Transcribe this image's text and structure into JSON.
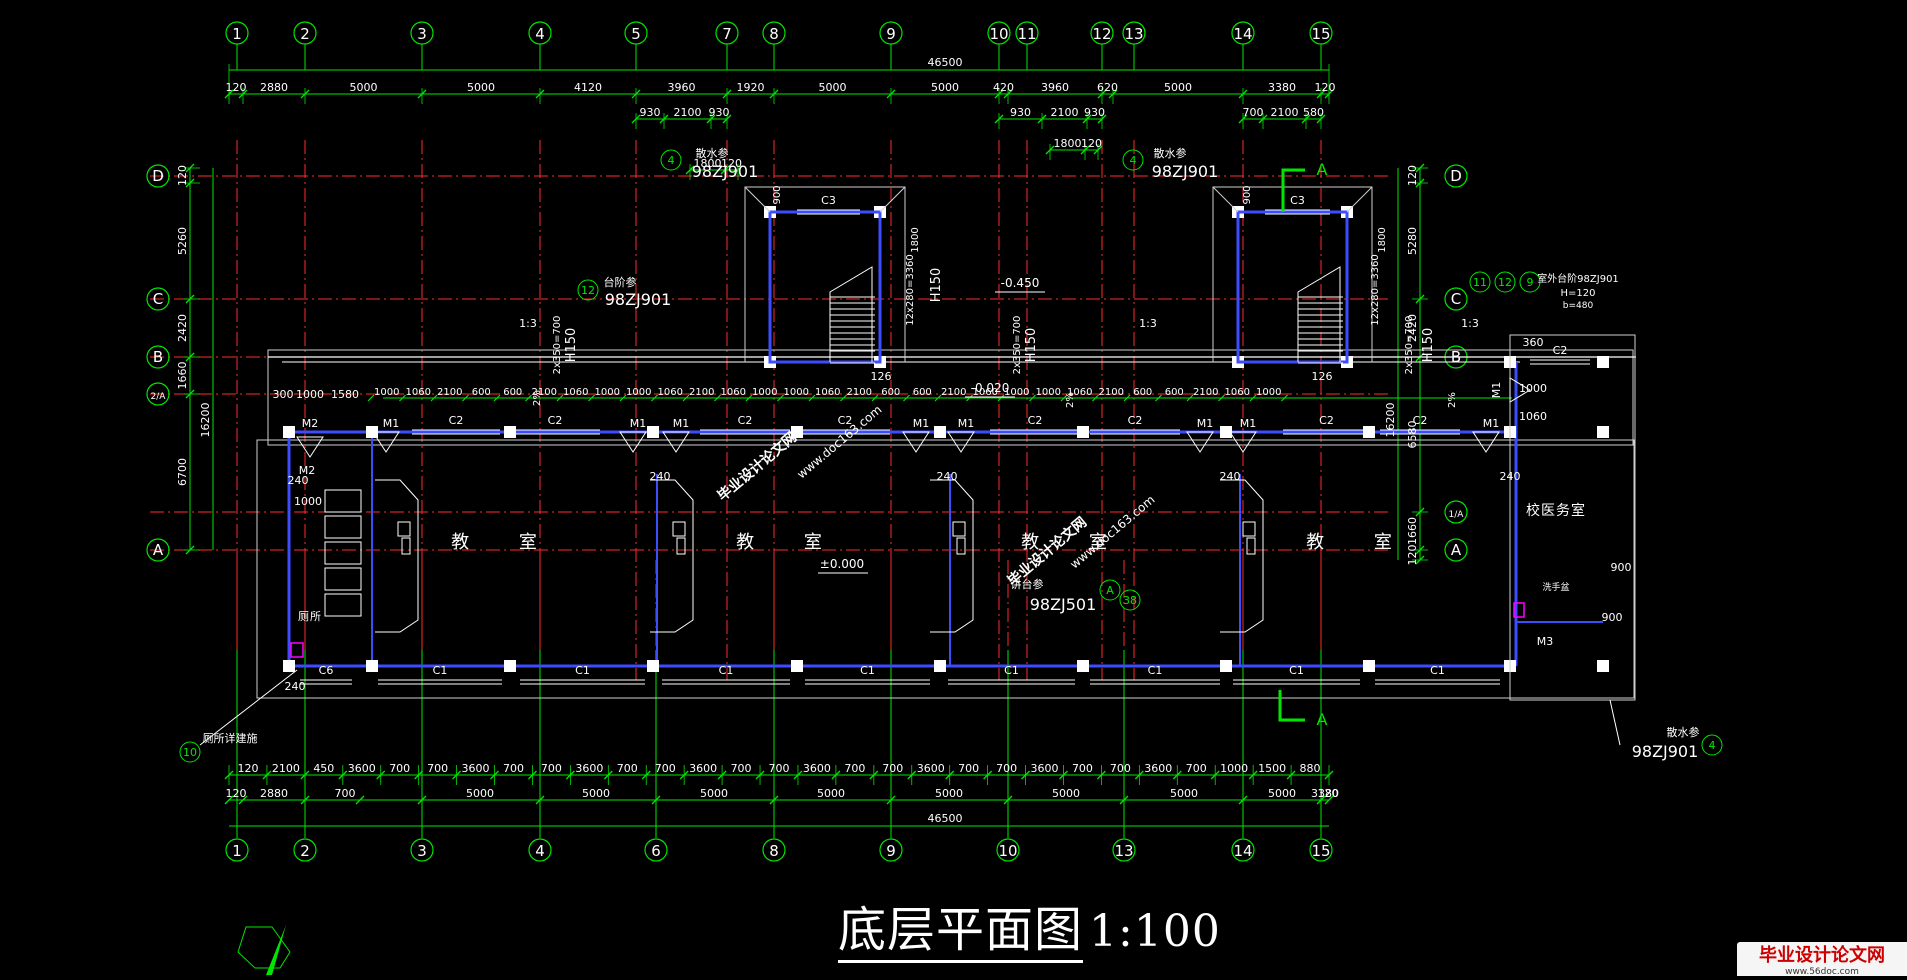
{
  "drawing": {
    "title": "底层平面图",
    "scale": "1:100",
    "colors": {
      "background": "#000000",
      "axis": "#ff2a2a",
      "dimension": "#00e600",
      "wall": "#ffffff",
      "window": "#3b4dff",
      "text": "#ffffff",
      "magenta": "#ff00ff"
    }
  },
  "grid_top": [
    "1",
    "2",
    "3",
    "4",
    "5",
    "7",
    "8",
    "9",
    "10",
    "11",
    "12",
    "13",
    "14",
    "15"
  ],
  "grid_bottom": [
    "1",
    "2",
    "3",
    "4",
    "6",
    "8",
    "9",
    "10",
    "13",
    "14",
    "15"
  ],
  "grid_left": [
    "D",
    "C",
    "B",
    "2/A",
    "A"
  ],
  "grid_right": [
    "D",
    "C",
    "B",
    "1/A",
    "A"
  ],
  "dims": {
    "total_top": "46500",
    "top_row": [
      "120",
      "2880",
      "5000",
      "5000",
      "4120",
      "3960",
      "1920",
      "5000",
      "5000",
      "420",
      "3960",
      "620",
      "5000",
      "3380",
      "120"
    ],
    "stair_top_left": [
      "930",
      "2100",
      "930"
    ],
    "stair_top_right": [
      "930",
      "2100",
      "930"
    ],
    "right_top": [
      "700",
      "2100",
      "580"
    ],
    "stair_inner_left": [
      "1800",
      "120"
    ],
    "stair_inner_right": [
      "1800",
      "120"
    ],
    "left_vertical": [
      "120",
      "5260",
      "2420",
      "1660",
      "6700"
    ],
    "left_total": "16200",
    "right_vertical": [
      "120",
      "5280",
      "2420",
      "6580",
      "1660",
      "120"
    ],
    "right_total": "16200",
    "corridor_row": [
      "1000",
      "1060",
      "2100",
      "600",
      "600",
      "2100",
      "1060",
      "1000",
      "1000",
      "1060",
      "2100",
      "1060",
      "1000",
      "1000",
      "1060",
      "2100",
      "600",
      "600",
      "2100",
      "1060",
      "1000",
      "1000",
      "1060",
      "2100",
      "600",
      "600",
      "2100",
      "1060",
      "1000"
    ],
    "bottom_row1": [
      "120",
      "2100",
      "450",
      "3600",
      "700",
      "700",
      "3600",
      "700",
      "700",
      "3600",
      "700",
      "700",
      "3600",
      "700",
      "700",
      "3600",
      "700",
      "700",
      "3600",
      "700",
      "700",
      "3600",
      "700",
      "700",
      "3600",
      "700",
      "1000",
      "1500",
      "880"
    ],
    "bottom_row2": [
      "120",
      "2880",
      "700",
      "5000",
      "5000",
      "5000",
      "5000",
      "5000",
      "5000",
      "5000",
      "5000",
      "3380",
      "120"
    ],
    "total_bottom": "46500",
    "misc": [
      "300",
      "1000",
      "1580",
      "240",
      "1000",
      "240",
      "240",
      "240",
      "240",
      "240",
      "900",
      "900",
      "1060",
      "1000",
      "360",
      "126",
      "126"
    ]
  },
  "rooms": [
    {
      "label": "教 室"
    },
    {
      "label": "教 室"
    },
    {
      "label": "教 室"
    },
    {
      "label": "教 室"
    },
    {
      "label": "校医务室"
    },
    {
      "label": "厕所"
    }
  ],
  "windows": [
    "C1",
    "C1",
    "C1",
    "C1",
    "C1",
    "C1",
    "C1",
    "C1",
    "C6",
    "C2",
    "C2",
    "C2",
    "C2",
    "C2",
    "C2",
    "C2",
    "C2",
    "C2",
    "C3",
    "C3"
  ],
  "doors": [
    "M1",
    "M1",
    "M1",
    "M1",
    "M1",
    "M1",
    "M1",
    "M1",
    "M2",
    "M2",
    "M3",
    "M1"
  ],
  "annotations": {
    "stair_ref_1": "散水参",
    "stair_ref_1_code": "98ZJ901",
    "stair_ref_2": "散水参",
    "stair_ref_2_code": "98ZJ901",
    "step_ref": "台阶参",
    "step_ref_code": "98ZJ901",
    "ramp_ref": "室外台阶98ZJ901",
    "ramp_h": "H=120",
    "ramp_w": "b=480",
    "podium_ref": "讲台参",
    "podium_code": "98ZJ501",
    "podium_detail": "A",
    "podium_detail_no": "38",
    "toilet_ref": "厕所详建施",
    "toilet_ref_no": "10",
    "right_bottom_ref": "散水参",
    "right_bottom_code": "98ZJ901",
    "elev_1": "-0.450",
    "elev_2": "-0.020",
    "elev_3": "±0.000",
    "slope_1": "1:3",
    "slope_2": "1:3",
    "slope_3": "1:3",
    "pct_1": "2%",
    "pct_2": "2%",
    "pct_3": "2%",
    "stair_h_1": "H150",
    "stair_h_2": "H150",
    "stair_h_3": "H150",
    "stair_h_4": "H150",
    "stair_steps_1": "12x280=3360",
    "stair_steps_2": "12x280=3360",
    "ramp_steps_1": "2x350=700",
    "ramp_steps_2": "2x350=700",
    "ramp_steps_3": "2x350=700",
    "section_mark": "A",
    "section_mark_2": "A",
    "stair_num_1": "4",
    "stair_num_2": "4",
    "step_num": "12",
    "right_ref_num": "11",
    "right_ref_num2": "12",
    "right_ref_num3": "9",
    "bottom_right_num": "4",
    "stair_dim_1800": "1800",
    "stair_dim_900": "900",
    "medical_fixture": "洗手盆"
  },
  "watermark": {
    "text1": "毕业设计论文网",
    "text2": "www.doc163.com",
    "logo_text": "毕业设计论文网",
    "logo_url": "www.56doc.com"
  }
}
